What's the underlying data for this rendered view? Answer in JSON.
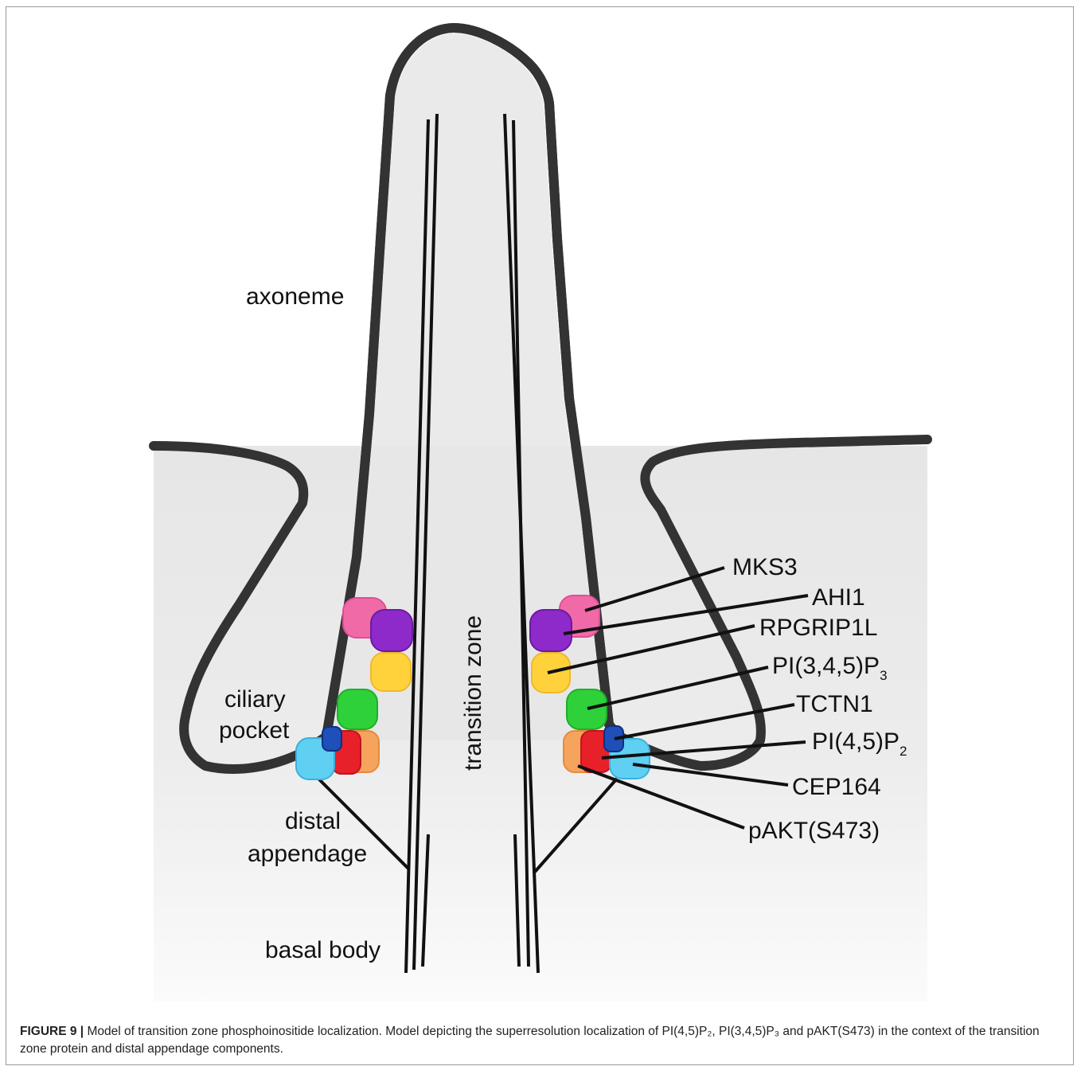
{
  "labels": {
    "axoneme": "axoneme",
    "ciliary_pocket": [
      "ciliary",
      "pocket"
    ],
    "distal_appendage": [
      "distal",
      "appendage"
    ],
    "basal_body": "basal body",
    "transition_zone": "transition zone",
    "mks3": "MKS3",
    "ahi1": "AHI1",
    "rpgrip1l": "RPGRIP1L",
    "pi345p3": {
      "main": "PI(3,4,5)P",
      "sub": "3"
    },
    "tctn1": "TCTN1",
    "pi45p2": {
      "main": "PI(4,5)P",
      "sub": "2"
    },
    "cep164": "CEP164",
    "pakt": "pAKT(S473)"
  },
  "colors": {
    "MKS3": "#f06aa8",
    "AHI1": "#8e2ac9",
    "RPGRIP1L": "#ffd23c",
    "PI(3,4,5)P3": "#2fd13a",
    "TCTN1": "#1f4fb8",
    "PI(4,5)P2": "#e8202a",
    "CEP164": "#5fd0f2",
    "pAKT(S473)": "#f6a45d",
    "membrane": "#333333",
    "cell_fill": "#e6e6e6"
  },
  "caption": {
    "label": "FIGURE 9 |",
    "text": "Model of transition zone phosphoinositide localization. Model depicting the superresolution localization of PI(4,5)P₂, PI(3,4,5)P₃ and pAKT(S473) in the context of the transition zone protein and distal appendage components."
  }
}
